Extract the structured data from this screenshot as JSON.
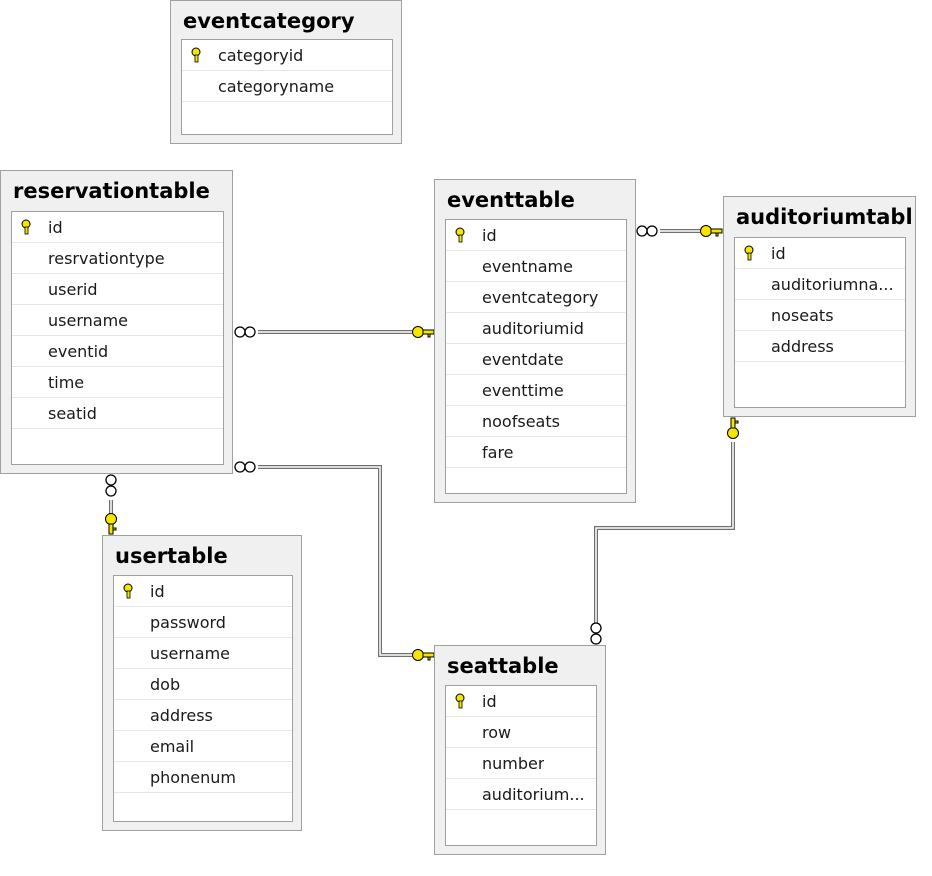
{
  "diagram": {
    "tables": {
      "eventcategory": {
        "name": "eventcategory",
        "columns": [
          {
            "label": "categoryid",
            "pk": true
          },
          {
            "label": "categoryname",
            "pk": false
          }
        ]
      },
      "reservationtable": {
        "name": "reservationtable",
        "columns": [
          {
            "label": "id",
            "pk": true
          },
          {
            "label": "resrvationtype",
            "pk": false
          },
          {
            "label": "userid",
            "pk": false
          },
          {
            "label": "username",
            "pk": false
          },
          {
            "label": "eventid",
            "pk": false
          },
          {
            "label": "time",
            "pk": false
          },
          {
            "label": "seatid",
            "pk": false
          }
        ]
      },
      "eventtable": {
        "name": "eventtable",
        "columns": [
          {
            "label": "id",
            "pk": true
          },
          {
            "label": "eventname",
            "pk": false
          },
          {
            "label": "eventcategory",
            "pk": false
          },
          {
            "label": "auditoriumid",
            "pk": false
          },
          {
            "label": "eventdate",
            "pk": false
          },
          {
            "label": "eventtime",
            "pk": false
          },
          {
            "label": "noofseats",
            "pk": false
          },
          {
            "label": "fare",
            "pk": false
          }
        ]
      },
      "auditoriumtable": {
        "name": "auditoriumtabl",
        "columns": [
          {
            "label": "id",
            "pk": true
          },
          {
            "label": "auditoriumna...",
            "pk": false
          },
          {
            "label": "noseats",
            "pk": false
          },
          {
            "label": "address",
            "pk": false
          }
        ]
      },
      "usertable": {
        "name": "usertable",
        "columns": [
          {
            "label": "id",
            "pk": true
          },
          {
            "label": "password",
            "pk": false
          },
          {
            "label": "username",
            "pk": false
          },
          {
            "label": "dob",
            "pk": false
          },
          {
            "label": "address",
            "pk": false
          },
          {
            "label": "email",
            "pk": false
          },
          {
            "label": "phonenum",
            "pk": false
          }
        ]
      },
      "seattable": {
        "name": "seattable",
        "columns": [
          {
            "label": "id",
            "pk": true
          },
          {
            "label": "row",
            "pk": false
          },
          {
            "label": "number",
            "pk": false
          },
          {
            "label": "auditorium...",
            "pk": false
          }
        ]
      }
    },
    "relationships": [
      {
        "from": "reservationtable",
        "to": "eventtable"
      },
      {
        "from": "eventtable",
        "to": "auditoriumtable"
      },
      {
        "from": "reservationtable",
        "to": "usertable"
      },
      {
        "from": "reservationtable",
        "to": "seattable"
      },
      {
        "from": "seattable",
        "to": "auditoriumtable"
      }
    ],
    "colors": {
      "key": "#f5e500",
      "line": "#707070",
      "frame": "#f0f0f0",
      "border": "#a0a0a0"
    }
  }
}
